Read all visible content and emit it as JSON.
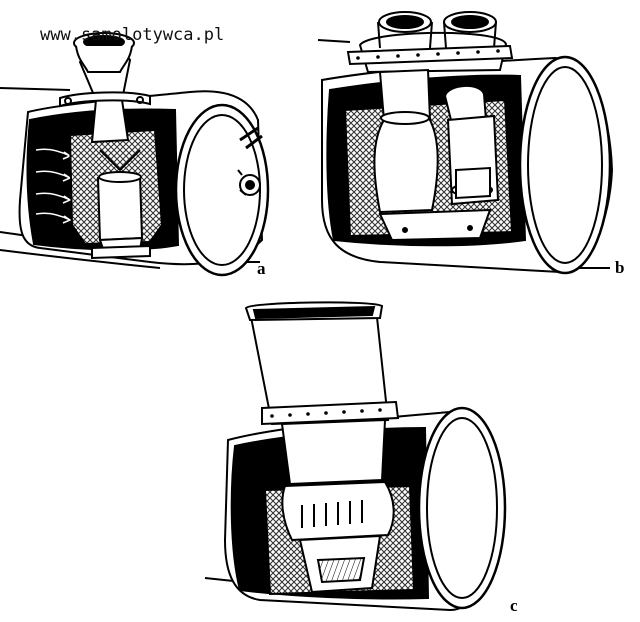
{
  "watermark": "www.samolotywca.pl",
  "panels": [
    {
      "id": "a",
      "label": "a"
    },
    {
      "id": "b",
      "label": "b"
    },
    {
      "id": "c",
      "label": "c"
    }
  ],
  "colors": {
    "ink": "#000000",
    "paper": "#ffffff",
    "hatch": "#6e6e6e"
  }
}
